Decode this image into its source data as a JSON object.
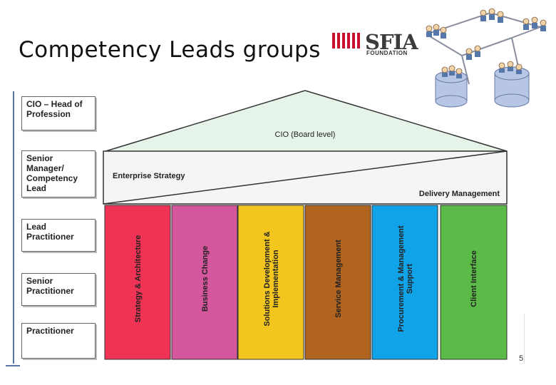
{
  "slide": {
    "title": "Competency Leads groups",
    "page_number": "5"
  },
  "logo": {
    "wordmark": "SFIA",
    "subtitle": "FOUNDATION"
  },
  "roles": [
    {
      "label": "CIO – Head of Profession"
    },
    {
      "label": "Senior Manager/ Competency Lead"
    },
    {
      "label": "Lead Practitioner"
    },
    {
      "label": "Senior Practitioner"
    },
    {
      "label": "Practitioner"
    }
  ],
  "house": {
    "roof_label": "CIO (Board level)",
    "band_left_label": "Enterprise Strategy",
    "band_right_label": "Delivery Management",
    "pillars": [
      {
        "line1": "Strategy & Architecture",
        "line2": "",
        "color": "#ee3355"
      },
      {
        "line1": "Business Change",
        "line2": "",
        "color": "#d4569c"
      },
      {
        "line1": "Solutions Development &",
        "line2": "Implementation",
        "color": "#f3c61f"
      },
      {
        "line1": "Service Management",
        "line2": "",
        "color": "#b0641f"
      },
      {
        "line1": "Procurement & Management",
        "line2": "Support",
        "color": "#10a3e8"
      },
      {
        "line1": "Client Interface",
        "line2": "",
        "color": "#5cbb48"
      }
    ]
  },
  "colors": {
    "roof_fill": "#e6f3e9",
    "band_fill": "#f5f5f5",
    "frame": "#5a76a8",
    "logo_red": "#c8102e"
  }
}
